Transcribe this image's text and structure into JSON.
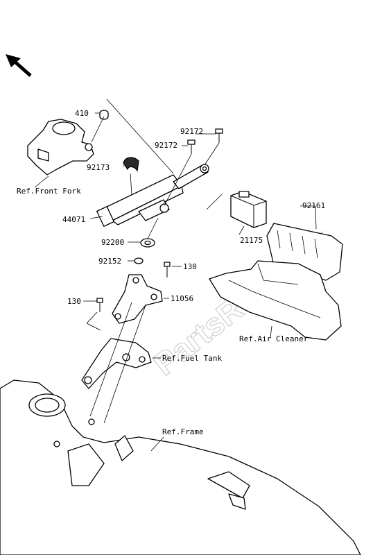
{
  "watermark": "PartsRepublik",
  "labels": {
    "p410": "410",
    "p92172a": "92172",
    "p92172b": "92172",
    "p92173": "92173",
    "p44071": "44071",
    "p92200": "92200",
    "p92152": "92152",
    "p130a": "130",
    "p130b": "130",
    "p11056": "11056",
    "p92161": "92161",
    "p21175": "21175",
    "ref_front_fork": "Ref.Front Fork",
    "ref_air_cleaner": "Ref.Air Cleaner",
    "ref_fuel_tank": "Ref.Fuel Tank",
    "ref_frame": "Ref.Frame"
  },
  "icons": {
    "direction_arrow": "front-direction-arrow-icon"
  },
  "colors": {
    "ink": "#000000",
    "watermark": "#cfcfcf",
    "background": "#ffffff"
  }
}
